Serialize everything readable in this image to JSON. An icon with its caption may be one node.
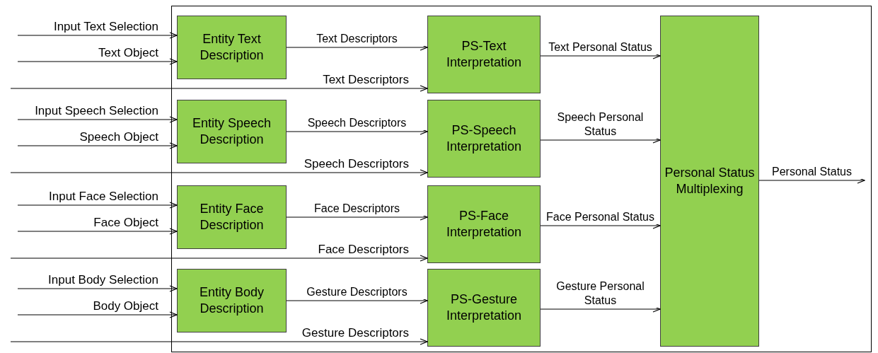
{
  "diagram": {
    "nodes": [
      {
        "text": [],
        "shape": "box"
      },
      {
        "text": [
          "Entity Text Description"
        ],
        "in": 0
      },
      {
        "text": [
          "PS-Text Interpretation"
        ],
        "in": 0
      },
      {
        "text": [
          "Entity Speech Description"
        ],
        "in": 0
      },
      {
        "text": [
          "PS-Speech Interpretation"
        ],
        "in": 0
      },
      {
        "text": [
          "Entity Face Description"
        ],
        "in": 0
      },
      {
        "text": [
          "PS-Face Interpretation"
        ],
        "in": 0
      },
      {
        "text": [
          "Entity Body Description"
        ],
        "in": 0
      },
      {
        "text": [
          "PS-Gesture Interpretation"
        ],
        "in": 0
      },
      {
        "text": [
          "Personal Status Multiplexing"
        ],
        "in": 0
      }
    ],
    "edges": [
      {
        "from": null,
        "to": 1,
        "arrow": "to",
        "label": "Input Text Selection"
      },
      {
        "from": null,
        "to": 1,
        "arrow": "to",
        "label": "Text Object"
      },
      {
        "from": null,
        "to": 2,
        "arrow": "to",
        "label": "Text Descriptors"
      },
      {
        "from": 1,
        "to": 2,
        "arrow": "to",
        "label": "Text Descriptors"
      },
      {
        "from": 2,
        "to": 9,
        "arrow": "to",
        "label": "Text Personal Status"
      },
      {
        "from": null,
        "to": 3,
        "arrow": "to",
        "label": "Input Speech Selection"
      },
      {
        "from": null,
        "to": 3,
        "arrow": "to",
        "label": "Speech Object"
      },
      {
        "from": null,
        "to": 4,
        "arrow": "to",
        "label": "Speech Descriptors"
      },
      {
        "from": 3,
        "to": 4,
        "arrow": "to",
        "label": "Speech Descriptors"
      },
      {
        "from": 4,
        "to": 9,
        "arrow": "to",
        "label": "Speech Personal Status"
      },
      {
        "from": null,
        "to": 5,
        "arrow": "to",
        "label": "Input Face Selection"
      },
      {
        "from": null,
        "to": 5,
        "arrow": "to",
        "label": "Face Object"
      },
      {
        "from": null,
        "to": 6,
        "arrow": "to",
        "label": "Face Descriptors"
      },
      {
        "from": 5,
        "to": 6,
        "arrow": "to",
        "label": "Face Descriptors"
      },
      {
        "from": 6,
        "to": 9,
        "arrow": "to",
        "label": "Face Personal Status"
      },
      {
        "from": null,
        "to": 7,
        "arrow": "to",
        "label": "Input Body Selection"
      },
      {
        "from": null,
        "to": 7,
        "arrow": "to",
        "label": "Body Object"
      },
      {
        "from": null,
        "to": 8,
        "arrow": "to",
        "label": "Gesture Descriptors"
      },
      {
        "from": 7,
        "to": 8,
        "arrow": "to",
        "label": "Gesture Descriptors"
      },
      {
        "from": 8,
        "to": 9,
        "arrow": "to",
        "label": "Gesture Personal Status"
      },
      {
        "from": 9,
        "to": null,
        "arrow": "to",
        "label": "Personal Status"
      }
    ]
  }
}
